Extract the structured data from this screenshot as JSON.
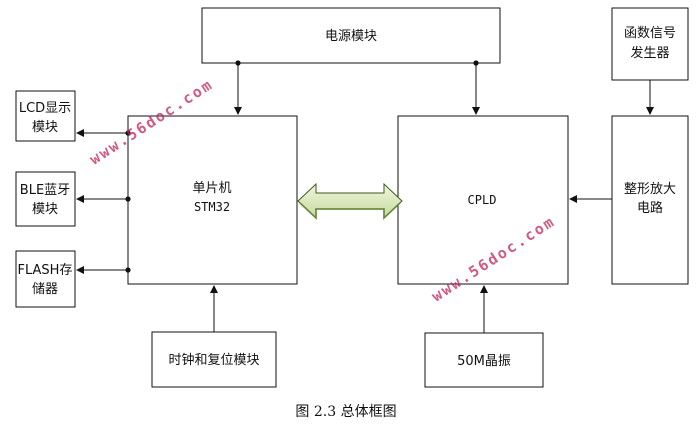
{
  "diagram": {
    "blocks": {
      "power": "电源模块",
      "func_gen_line1": "函数信号",
      "func_gen_line2": "发生器",
      "lcd_line1": "LCD显示",
      "lcd_line2": "模块",
      "ble_line1": "BLE蓝牙",
      "ble_line2": "模块",
      "flash_line1": "FLASH存",
      "flash_line2": "储器",
      "mcu_line1": "单片机",
      "mcu_line2": "STM32",
      "cpld": "CPLD",
      "shaping_line1": "整形放大",
      "shaping_line2": "电路",
      "clock_reset": "时钟和复位模块",
      "crystal": "50M晶振"
    },
    "caption": "图 2.3 总体框图",
    "watermarks": [
      "www.56doc.com",
      "www.56doc.com"
    ]
  }
}
